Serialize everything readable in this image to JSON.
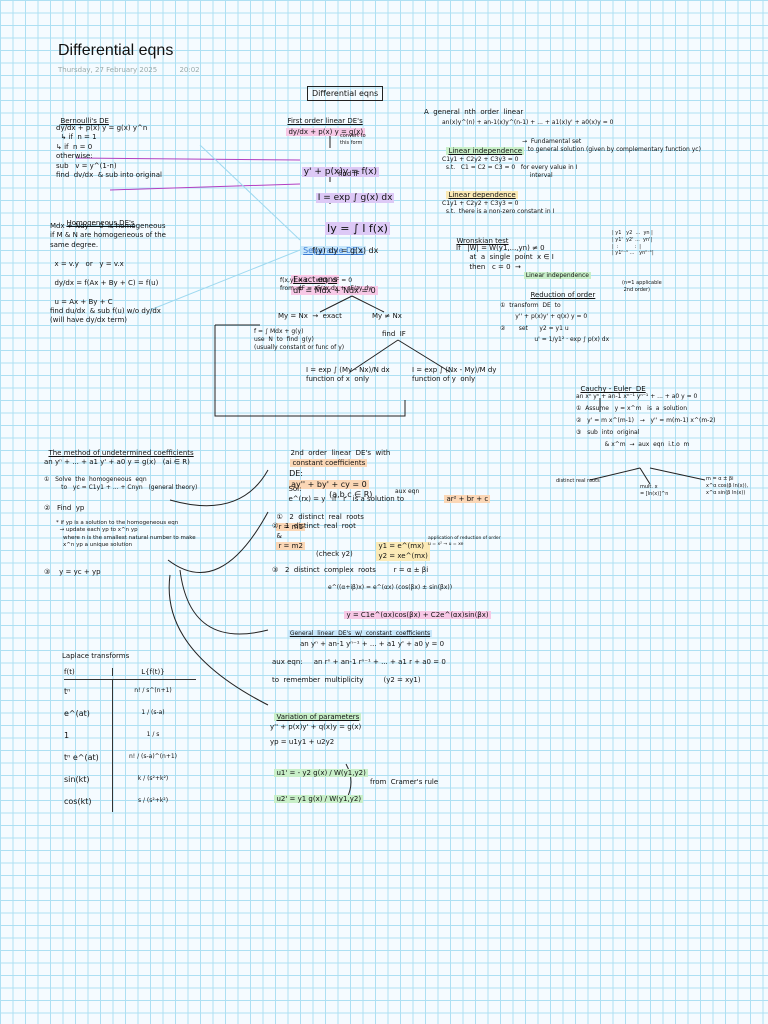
{
  "page": {
    "title": "Differential eqns",
    "date": "Thursday, 27 February 2025",
    "time": "20:02"
  },
  "central_box": "Differential eqns",
  "bernoulli": {
    "heading": "Bernoulli's DE",
    "lines": "dy/dx + p(x) y = g(x) y^n\n  ↳ if  n = 1\n↳ if  n = 0\notherwise:\nsub   v = y^(1-n)\nfind  dv/dx  & sub into original"
  },
  "homogeneous": {
    "heading": "Homogeneous DE's",
    "lines": "Mdx + Ndy = 0  is homogeneous\nif M & N are homogeneous of the\nsame degree.\n\n  x = v.y   or   y = v.x\n\n  dy/dx = f(Ax + By + C) = f(u)\n\n  u = Ax + By + C\nfind du/dx  & sub f(u) w/o dy/dx\n(will have dy/dx term)"
  },
  "first_order": {
    "heading": "First order linear DE's",
    "equation": "dy/dx + p(x) y = g(x)",
    "convert_note": "convert to\nthis form",
    "step1": "y' + p(x)y = f(x)",
    "find_if": "find IF",
    "if_formula": "I = exp ∫ g(x) dx",
    "solution": "Iy = ∫ I f(x)",
    "separable_heading": "Separable DE's",
    "separable_eq": "f(y) dy = g(x) dx",
    "exact_heading": "Exact eqns",
    "exact_form": "dF = Mdx + Ndx = 0",
    "exact_note": "f(x,y) = c    with  dF = 0\nfrom  dF = ∂F/∂x dx + ∂F/∂y dy",
    "branch_left": "My = Nx  →  exact",
    "branch_right": "My ≠ Nx",
    "left_steps": "f = ∫ Mdx + g(y)\nuse  N  to  find  g(y)\n(usually constant or func of y)",
    "find_if2": "find  IF",
    "if_x": "I = exp ∫ (My - Nx)/N dx\nfunction of x  only",
    "if_y": "I = exp ∫ (Nx - My)/M dy\nfunction of y  only"
  },
  "general_nth": {
    "heading": "A  general  nth  order  linear",
    "equation": "an(x)y^(n) + an-1(x)y^(n-1) + ... + a1(x)y' + a0(x)y = 0",
    "lin_indep": "Linear independence",
    "fund_set": "→  Fundamental set\n   to general solution (given by complementary function yc)",
    "indep_lines": "C1y1 + C2y2 + C3y3 = 0\n  s.t.   C1 = C2 = C3 = 0   for every value in I\n                                              interval",
    "lin_dep": "Linear dependence",
    "dep_lines": "C1y1 + C2y2 + C3y3 = 0\n  s.t.  there is a non-zero constant in I",
    "wronskian": "Wronskian test",
    "wronskian_lines": "If   |W| = W(y1,...,yn) ≠ 0\n      at  a  single  point  x ∈ I\n      then   c = 0  →",
    "wronskian_result": "Linear independence",
    "matrix": "| y1   y2  ...  yn |\n| y1'  y2' ...  yn'|\n|  :          :  |\n| y1ⁿ⁻¹ ...   ynⁿ⁻¹|",
    "reduction": "Reduction of order",
    "reduction_note": "(n=1 applicable\n 2nd order)",
    "reduction_lines": "①  transform  DE  to\n        y'' + p(x)y' + q(x) y = 0\n②       set      y2 = y1 u\n                  u' = 1/y1² · exp ∫ p(x) dx"
  },
  "cauchy_euler": {
    "heading": "Cauchy - Euler  DE",
    "lines": "an xⁿ yⁿ + an-1 xⁿ⁻¹ yⁿ⁻¹ + ... + a0 y = 0\n①  Assume   y = x^m   is  a  solution\n②   y' = m x^(m-1)   →   y'' = m(m-1) x^(m-2)\n③   sub  into  original\n               & x^m  →  aux  eqn  i.t.o  m",
    "distinct": "distinct real roots",
    "repeated": "mult. x\n= [ln(x)]^n",
    "complex": "m = α ± βi\nx^α cos(β ln(x)),\nx^α sin(β ln(x))"
  },
  "undetermined": {
    "heading": "The method of undetermined coefficients",
    "equation": "an yⁿ + ... + a1 y' + a0 y = g(x)   (ai ∈ R)",
    "step1": "①   Solve  the  homogeneous  eqn\n         to   yc = C1y1 + ... + Cnyn   (general theory)",
    "step2": "②   Find  yp",
    "note": "* if yp is a solution to the homogeneous eqn\n  → update each yp to x^n yp\n    where n is the smallest natural number to make\n    x^n yp a unique solution",
    "step3": "③    y = yc + yp"
  },
  "second_order": {
    "heading": "2nd  order  linear  DE's  with",
    "heading_hl": "constant coefficients",
    "de_label": "DE:",
    "de_eq": "ay'' + by' + cy = 0",
    "de_coeffs": "(a,b,c ∈ R)",
    "sol_label": "Sol:",
    "sol_text": "e^(rx) = y   if   r   is a solution to",
    "aux_label": "aux eqn",
    "aux_eq": "ar² + br + c",
    "case1": "①   2  distinct  real  roots",
    "case1_roots": "r = m1",
    "case1_and": "&",
    "case1_roots2": "r = m2",
    "case2": "②   1  distinct  real  root",
    "case2_sol": "y1 = e^(mx)\ny2 = xe^(mx)",
    "case2_note": "application of reduction of order\nu = x² → u = xe",
    "check": "(check y2)",
    "case3": "③   2  distinct  complex  roots        r = α ± βi",
    "case3_euler": "e^((α+iβ)x) = e^(αx) (cos(βx) ± sin(βx))",
    "case3_sol": "y = C1e^(αx)cos(βx) + C2e^(αx)sin(βx)"
  },
  "general_linear": {
    "heading": "General  linear  DE's  w/  constant  coefficients",
    "eq1": "an yⁿ + an-1 yⁿ⁻¹ + ... + a1 y' + a0 y = 0",
    "aux": "aux eqn:     an rⁿ + an-1 rⁿ⁻¹ + ... + a1 r + a0 = 0",
    "mult": "to  remember  multiplicity         (y2 = xy1)"
  },
  "variation": {
    "heading": "Variation of parameters",
    "lines": "y'' + p(x)y' + q(x)y = g(x)\nyp = u1y1 + u2y2",
    "u1": "u1' = - y2 g(x) / W(y1,y2)",
    "u2": "u2' = y1 g(x) / W(y1,y2)",
    "cramer": "from  Cramer's rule"
  },
  "laplace": {
    "heading": "Laplace transforms",
    "col1": "f(t)",
    "col2": "L{f(t)}",
    "rows": [
      {
        "f": "tⁿ",
        "L": "n! / s^(n+1)"
      },
      {
        "f": "e^(at)",
        "L": "1 / (s-a)"
      },
      {
        "f": "1",
        "L": "1 / s"
      },
      {
        "f": "tⁿ e^(at)",
        "L": "n! / (s-a)^(n+1)"
      },
      {
        "f": "sin(kt)",
        "L": "k / (s²+k²)"
      },
      {
        "f": "cos(kt)",
        "L": "s / (s²+k²)"
      }
    ]
  },
  "colors": {
    "grid": "#aee0f3",
    "pink": "#f7c8e6",
    "violet": "#ddc9f6",
    "green": "#c8efc8",
    "yellow": "#fbeab6",
    "orange": "#fbd7b6",
    "arrow": "#b23fc2"
  }
}
